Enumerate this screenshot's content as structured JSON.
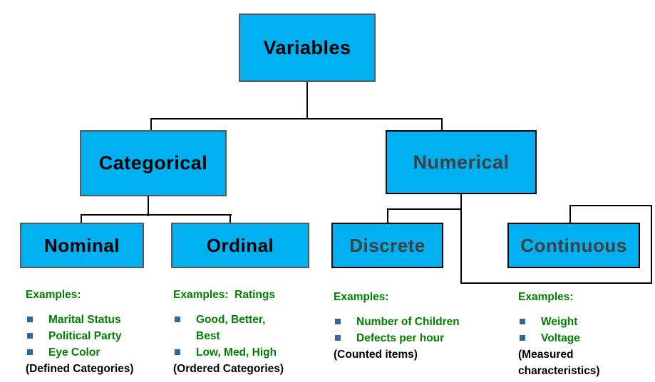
{
  "tree": {
    "root": {
      "label": "Variables"
    },
    "children": [
      {
        "label": "Categorical"
      },
      {
        "label": "Numerical"
      }
    ],
    "leaves": [
      {
        "label": "Nominal"
      },
      {
        "label": "Ordinal"
      },
      {
        "label": "Discrete"
      },
      {
        "label": "Continuous"
      }
    ]
  },
  "examples": {
    "nominal": {
      "heading": "Examples:",
      "items": [
        "Marital Status",
        "Political Party",
        "Eye Color"
      ],
      "note": "(Defined Categories)"
    },
    "ordinal": {
      "heading": "Examples:  Ratings",
      "items": [
        "Good, Better, Best",
        "Low, Med, High"
      ],
      "note": "(Ordered Categories)"
    },
    "discrete": {
      "heading": "Examples:",
      "items": [
        "Number of Children",
        "Defects per hour"
      ],
      "note": "(Counted items)"
    },
    "continuous": {
      "heading": "Examples:",
      "items": [
        "Weight",
        "Voltage"
      ],
      "note": "(Measured characteristics)"
    }
  },
  "colors": {
    "box_fill": "#00b0f0",
    "box_border_gray": "#58595b",
    "box_border_black": "#000000",
    "label_black": "#000000",
    "label_gray": "#404040",
    "example_green": "#008000",
    "bullet_blue": "#31689b",
    "connector": "#000000",
    "background": "#ffffff"
  }
}
